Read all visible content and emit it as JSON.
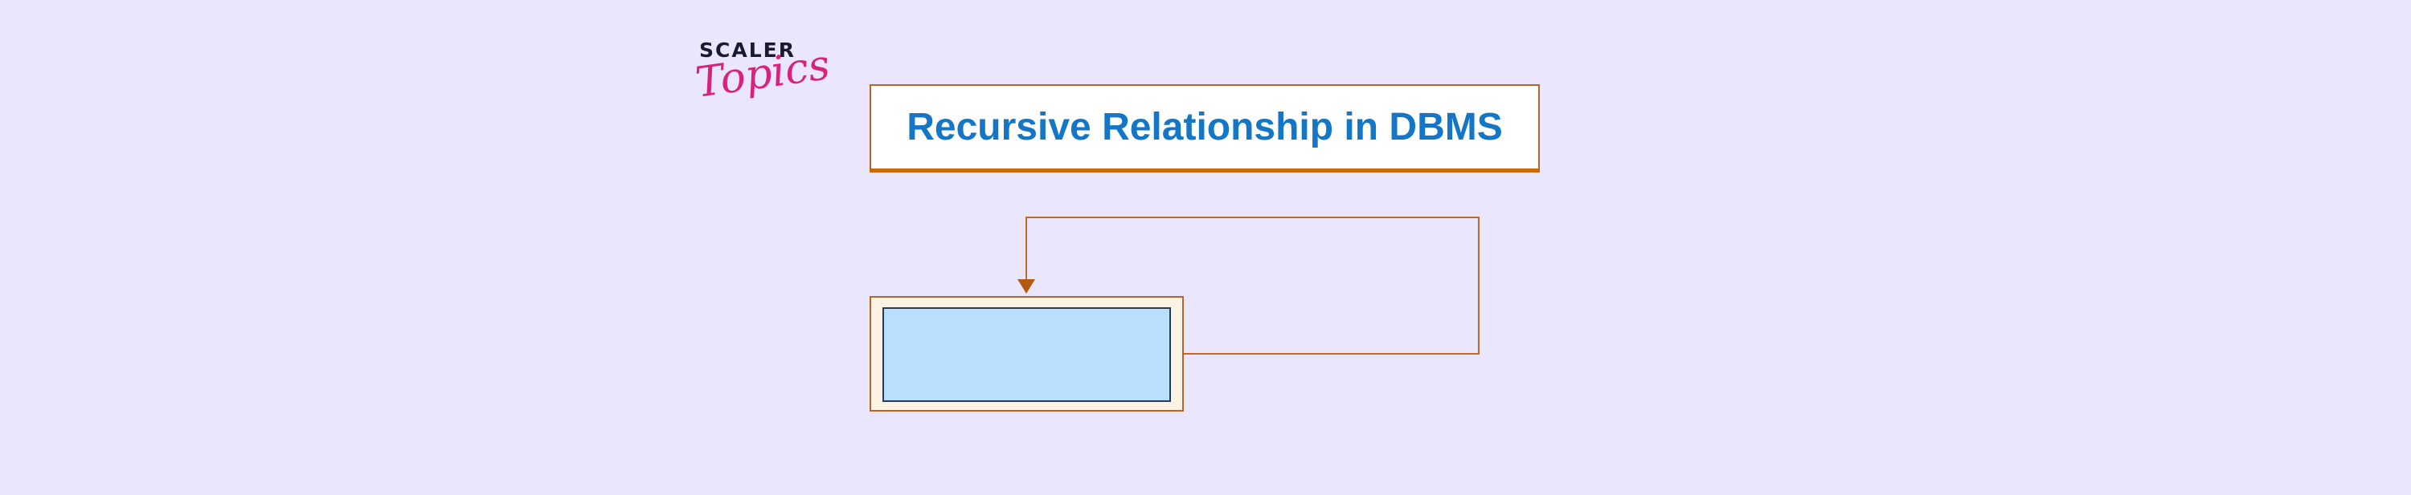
{
  "logo": {
    "top_text": "SCALER",
    "script_text": "Topics"
  },
  "title": {
    "text": "Recursive Relationship in DBMS"
  },
  "diagram": {
    "entity_label": "",
    "relationship": "recursive"
  },
  "colors": {
    "background": "#e9e6fe",
    "title_text": "#1576c6",
    "title_border": "#b5642a",
    "title_underline": "#cc6a00",
    "entity_fill": "#b8dffd",
    "entity_outer_fill": "#fdf3e5",
    "connector": "#c0692a",
    "logo_text": "#1a1a2e",
    "logo_script": "#d8237c"
  }
}
